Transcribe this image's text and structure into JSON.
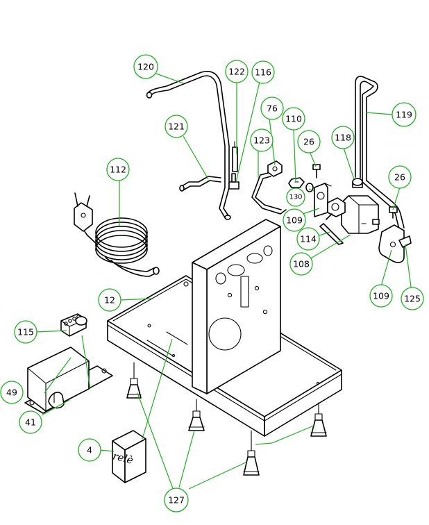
{
  "callouts": [
    {
      "id": "c120",
      "label": "120"
    },
    {
      "id": "c122",
      "label": "122"
    },
    {
      "id": "c116",
      "label": "116"
    },
    {
      "id": "c76",
      "label": "76"
    },
    {
      "id": "c110",
      "label": "110"
    },
    {
      "id": "c121",
      "label": "121"
    },
    {
      "id": "c123",
      "label": "123"
    },
    {
      "id": "c26a",
      "label": "26"
    },
    {
      "id": "c118",
      "label": "118"
    },
    {
      "id": "c119",
      "label": "119"
    },
    {
      "id": "c26b",
      "label": "26"
    },
    {
      "id": "c112",
      "label": "112"
    },
    {
      "id": "c130",
      "label": "130"
    },
    {
      "id": "c109a",
      "label": "109"
    },
    {
      "id": "c114",
      "label": "114"
    },
    {
      "id": "c108",
      "label": "108"
    },
    {
      "id": "c109b",
      "label": "109"
    },
    {
      "id": "c125",
      "label": "125"
    },
    {
      "id": "c12",
      "label": "12"
    },
    {
      "id": "c115",
      "label": "115"
    },
    {
      "id": "c49",
      "label": "49"
    },
    {
      "id": "c41",
      "label": "41"
    },
    {
      "id": "c4",
      "label": "4"
    },
    {
      "id": "c127",
      "label": "127"
    }
  ],
  "relay_box_text": "relè",
  "colors": {
    "leader": "#1db01d",
    "outline": "#000000"
  }
}
